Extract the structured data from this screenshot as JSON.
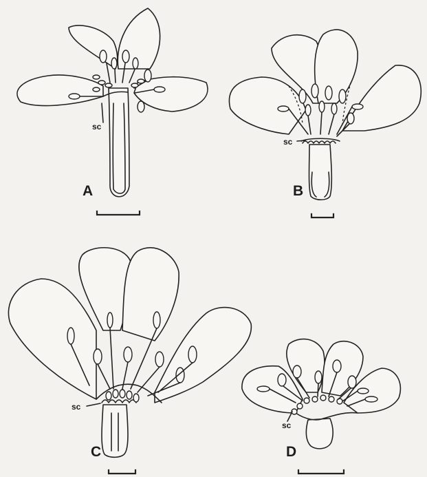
{
  "panels": [
    {
      "id": "A",
      "letter": "A",
      "sc_label": "sc"
    },
    {
      "id": "B",
      "letter": "B",
      "sc_label": "sc"
    },
    {
      "id": "C",
      "letter": "C",
      "sc_label": "sc"
    },
    {
      "id": "D",
      "letter": "D",
      "sc_label": "sc"
    }
  ],
  "colors": {
    "background": "#f3f2ee",
    "ink": "#222222",
    "fill": "#f7f6f2"
  }
}
